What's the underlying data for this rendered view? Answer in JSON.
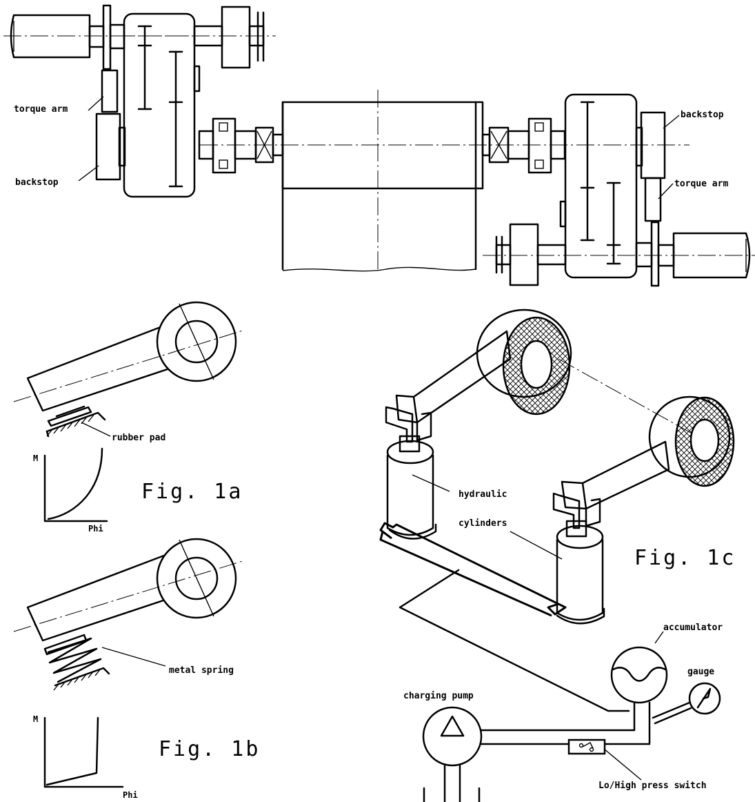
{
  "labels": {
    "torque_arm_left": "torque arm",
    "backstop_left": "backstop",
    "backstop_right": "backstop",
    "torque_arm_right": "torque arm",
    "rubber_pad": "rubber pad",
    "metal_spring": "metal spring",
    "hydraulic": "hydraulic",
    "cylinders": "cylinders",
    "accumulator": "accumulator",
    "gauge": "gauge",
    "charging_pump": "charging pump",
    "press_switch": "Lo/High press switch"
  },
  "figures": {
    "fig_1a": "Fig. 1a",
    "fig_1b": "Fig. 1b",
    "fig_1c": "Fig. 1c"
  },
  "axes": {
    "fig_1a_y": "M",
    "fig_1a_x": "Phi",
    "fig_1b_y": "M",
    "fig_1b_x": "Phi"
  }
}
